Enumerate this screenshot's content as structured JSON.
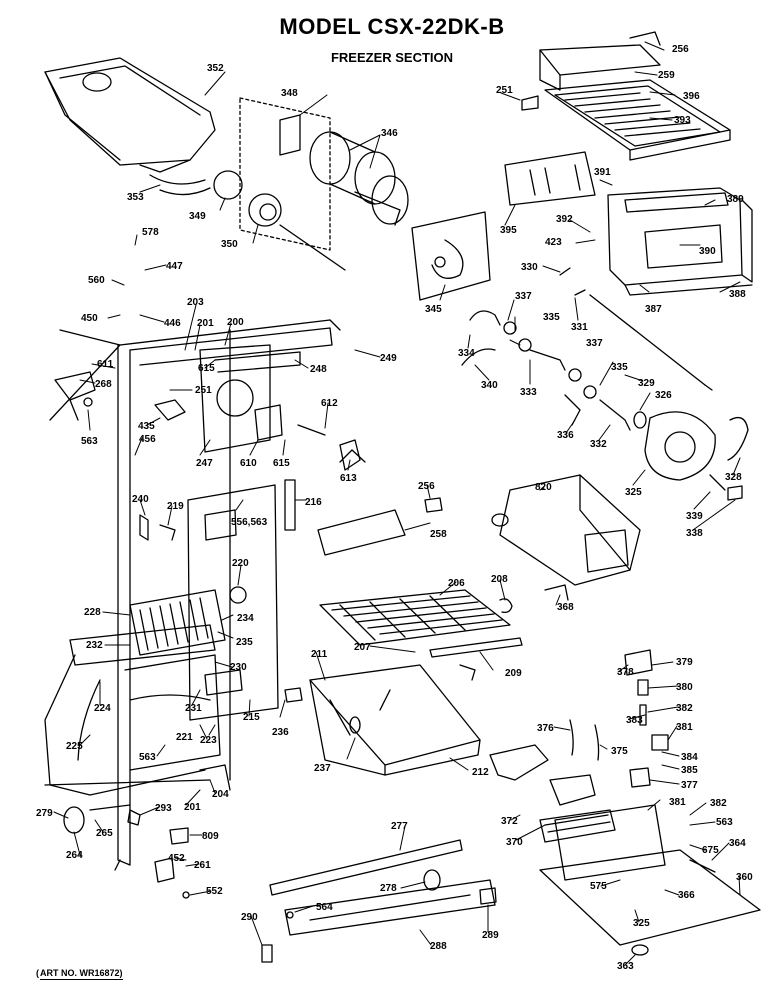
{
  "header": {
    "model": "MODEL CSX-22DK-B",
    "section": "FREEZER SECTION"
  },
  "footer": {
    "art_no": "ART NO. WR16872)"
  },
  "colors": {
    "ink": "#000000",
    "paper": "#ffffff"
  },
  "part_labels": [
    "352",
    "348",
    "346",
    "256",
    "259",
    "396",
    "251",
    "393",
    "353",
    "349",
    "350",
    "395",
    "391",
    "389",
    "392",
    "423",
    "390",
    "578",
    "447",
    "560",
    "345",
    "330",
    "337",
    "331",
    "387",
    "388",
    "450",
    "446",
    "203",
    "201",
    "200",
    "249",
    "335",
    "337",
    "611",
    "615",
    "248",
    "268",
    "251",
    "334",
    "340",
    "333",
    "329",
    "335",
    "326",
    "563",
    "435",
    "456",
    "247",
    "610",
    "615",
    "612",
    "613",
    "336",
    "332",
    "325",
    "328",
    "240",
    "219",
    "556,563",
    "216",
    "256",
    "820",
    "339",
    "338",
    "220",
    "258",
    "206",
    "208",
    "228",
    "234",
    "235",
    "232",
    "207",
    "211",
    "209",
    "368",
    "378",
    "379",
    "224",
    "230",
    "231",
    "215",
    "236",
    "380",
    "382",
    "221",
    "223",
    "237",
    "211",
    "212",
    "376",
    "383",
    "381",
    "225",
    "563",
    "375",
    "384",
    "385",
    "377",
    "279",
    "293",
    "201",
    "204",
    "381",
    "382",
    "563",
    "265",
    "372",
    "370",
    "675",
    "364",
    "264",
    "809",
    "452",
    "261",
    "277",
    "360",
    "552",
    "278",
    "575",
    "366",
    "564",
    "290",
    "289",
    "288",
    "325",
    "363"
  ]
}
